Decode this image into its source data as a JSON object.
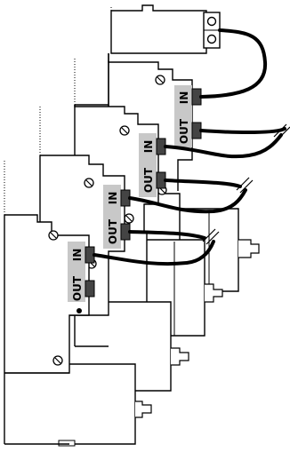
{
  "diagram": {
    "units": [
      {
        "out_label": "OUT",
        "in_label": "IN"
      },
      {
        "out_label": "OUT",
        "in_label": "IN"
      },
      {
        "out_label": "OUT",
        "in_label": "IN"
      },
      {
        "out_label": "OUT",
        "in_label": "IN"
      }
    ],
    "colors": {
      "line": "#000000",
      "label_box": "#c8c8c8",
      "background": "#ffffff",
      "panel": "#ffffff"
    }
  }
}
